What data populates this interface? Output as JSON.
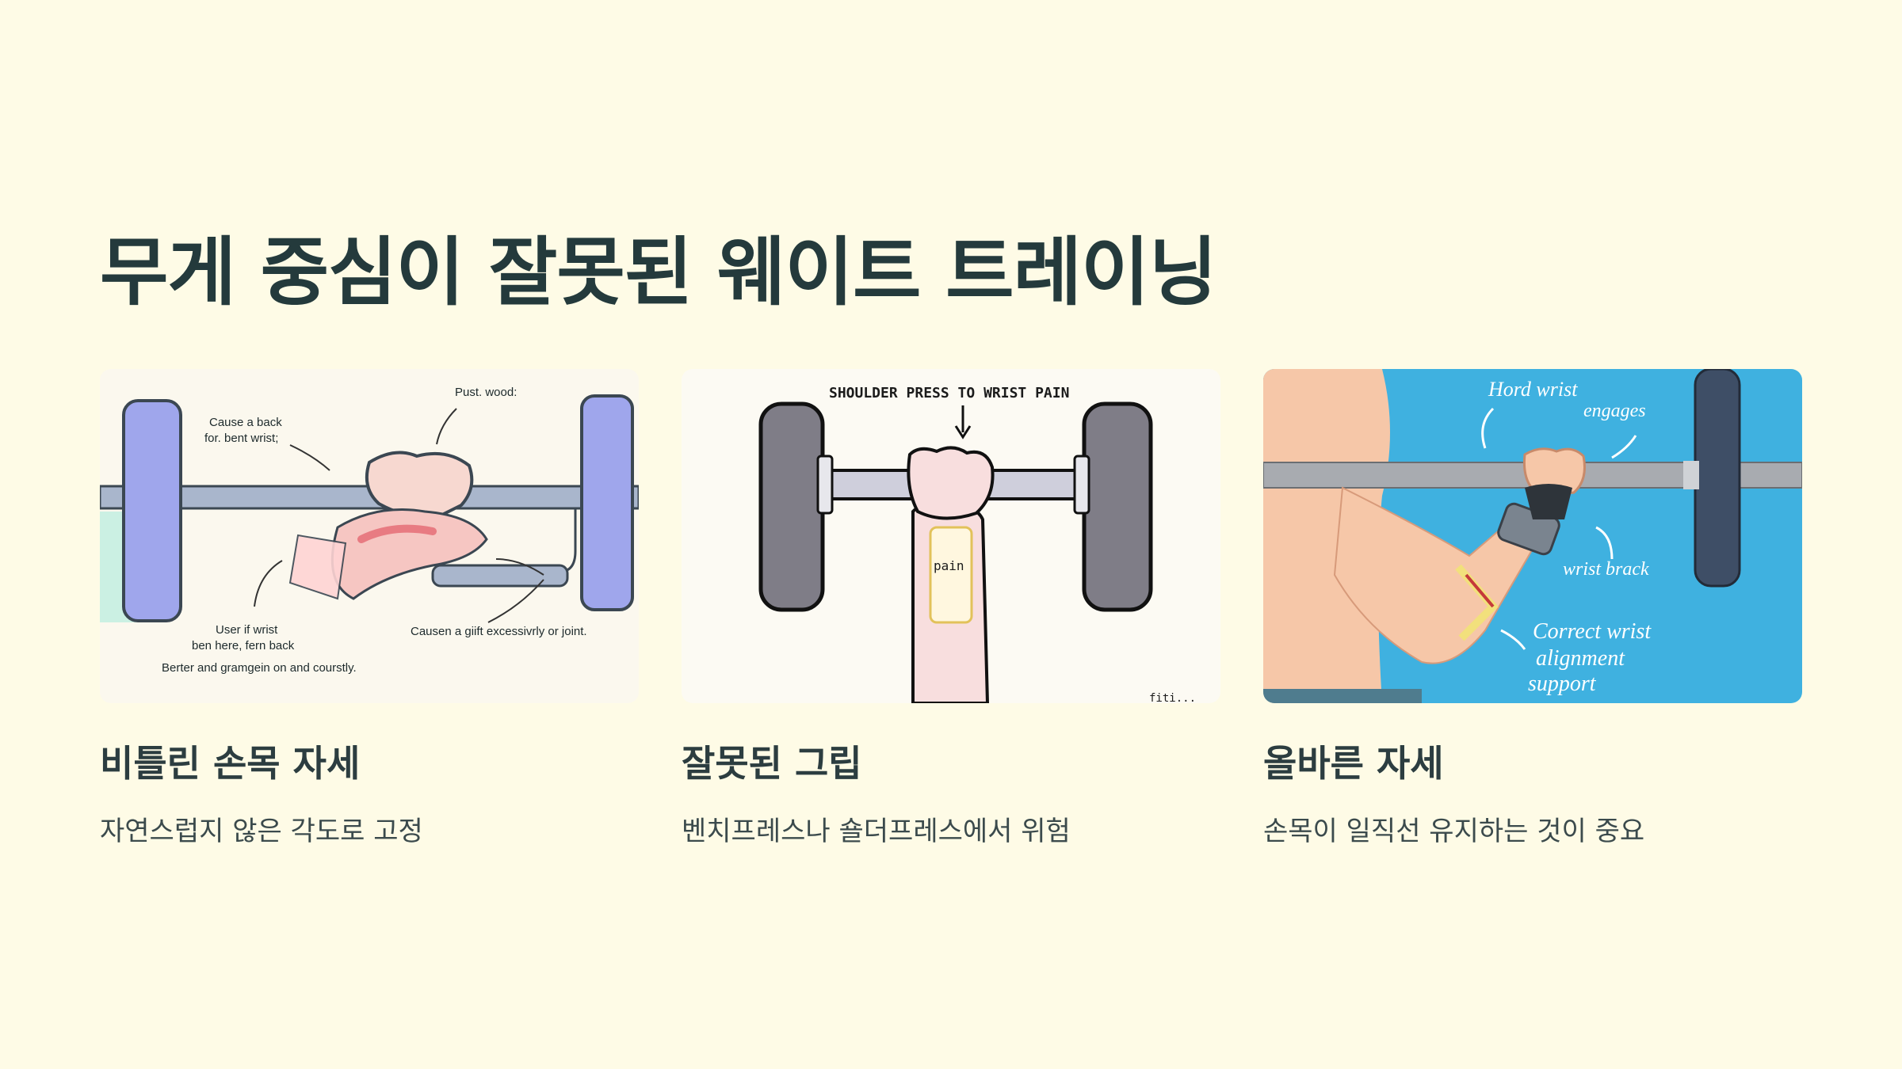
{
  "title": "무게 중심이 잘못된 웨이트 트레이닝",
  "cards": [
    {
      "heading": "비틀린 손목 자세",
      "description": "자연스럽지 않은 각도로 고정",
      "illustration": {
        "labels": [
          "Pust. wood:",
          "Cause a back",
          "for. bent wrist;",
          "User if wrist",
          "ben here, fern back",
          "Berter and gramgein on and courstly.",
          "Causen a giift excessivrly or joint."
        ]
      }
    },
    {
      "heading": "잘못된 그립",
      "description": "벤치프레스나 숄더프레스에서 위험",
      "illustration": {
        "labels": [
          "SHOULDER PRESS TO WRIST PAIN",
          "pain",
          "fiti..."
        ]
      }
    },
    {
      "heading": "올바른 자세",
      "description": "손목이 일직선 유지하는 것이 중요",
      "illustration": {
        "labels": [
          "Hord wrist",
          "engages",
          "wrist brack",
          "Correct wrist",
          "alignment",
          "support"
        ]
      }
    }
  ],
  "colors": {
    "background": "#fefbe6",
    "title": "#243a3c",
    "plate_blue": "#9fa6ec",
    "plate_gray": "#7f7d87",
    "sky_blue": "#3fb1e0"
  }
}
